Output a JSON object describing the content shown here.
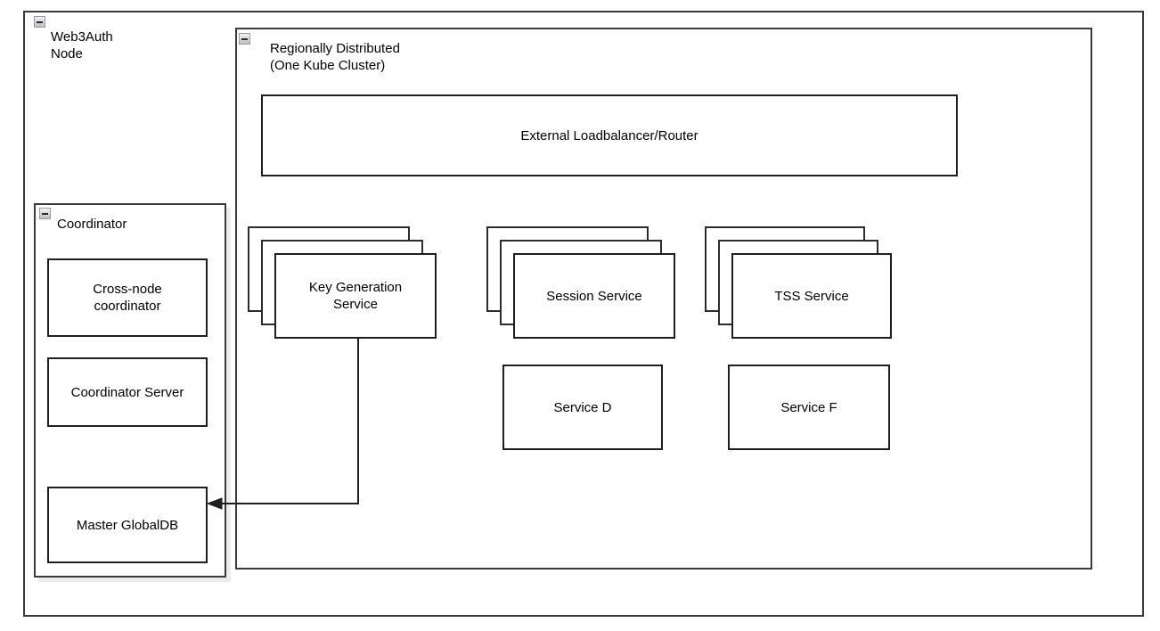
{
  "diagram": {
    "outer": {
      "label": "Web3Auth\nNode",
      "collapse_icon": "collapse-minus-icon"
    },
    "cluster": {
      "label": "Regionally Distributed\n(One Kube Cluster)",
      "collapse_icon": "collapse-minus-icon"
    },
    "coordinator": {
      "label": "Coordinator",
      "collapse_icon": "collapse-minus-icon",
      "children": [
        {
          "label": "Cross-node\ncoordinator"
        },
        {
          "label": "Coordinator Server"
        },
        {
          "label": "Master GlobalDB"
        }
      ]
    },
    "loadbalancer": {
      "label": "External Loadbalancer/Router"
    },
    "stacked_services": [
      {
        "label": "Key Generation\nService",
        "instances": 3
      },
      {
        "label": "Session Service",
        "instances": 3
      },
      {
        "label": "TSS Service",
        "instances": 3
      }
    ],
    "single_services": [
      {
        "label": "Service D"
      },
      {
        "label": "Service F"
      }
    ],
    "connector": {
      "from": "Key Generation Service",
      "to": "Master GlobalDB",
      "arrow": "arrow-left-filled"
    },
    "colors": {
      "stroke": "#1f1f1f",
      "soft_stroke": "#3a3a3a",
      "background": "#ffffff",
      "shadow": "#ececed"
    }
  }
}
